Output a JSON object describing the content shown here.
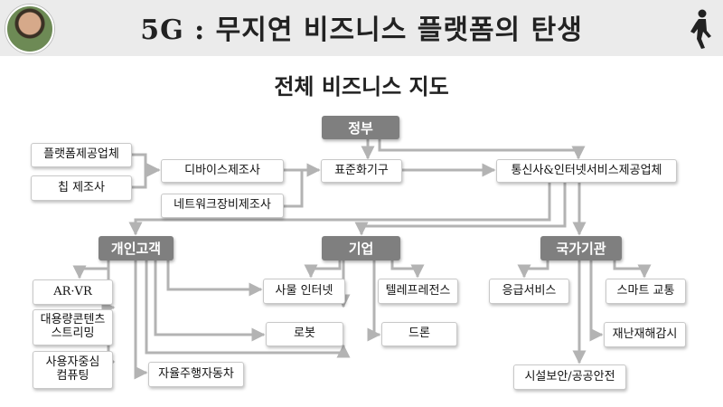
{
  "header": {
    "title": "5G : 무지연 비즈니스 플랫폼의 탄생",
    "avatar_icon": "person-photo",
    "walker_icon": "walking-person-icon"
  },
  "diagram": {
    "subtitle": "전체 비즈니스 지도",
    "top_nodes": {
      "government": "정부",
      "platform_provider": "플랫폼제공업체",
      "chip_maker": "칩 제조사",
      "device_maker": "디바이스제조사",
      "network_equipment_maker": "네트워크장비제조사",
      "standards_body": "표준화기구",
      "telecom_internet_provider": "통신사&인터넷서비스제공업체"
    },
    "groups": {
      "individual": "개인고객",
      "enterprise": "기업",
      "national": "국가기관"
    },
    "services": {
      "ar_vr": "AR·VR",
      "large_content_streaming": "대용량콘텐츠\n스트리밍",
      "user_centric_computing": "사용자중심\n컴퓨팅",
      "autonomous_vehicle": "자율주행자동차",
      "iot": "사물 인터넷",
      "telepresence": "텔레프레전스",
      "robot": "로봇",
      "drone": "드론",
      "emergency_service": "응급서비스",
      "smart_traffic": "스마트 교통",
      "disaster_monitoring": "재난재해감시",
      "facility_security": "시설보안/공공안전"
    },
    "colors": {
      "group_box": "#7f7f7f",
      "connector": "#b3b3b3",
      "header_bg": "#ebebeb"
    }
  }
}
